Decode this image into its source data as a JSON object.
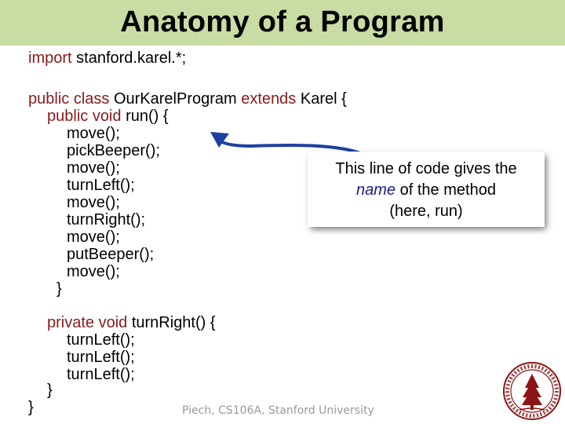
{
  "slide": {
    "title": "Anatomy of a Program",
    "footer": "Piech, CS106A, Stanford University"
  },
  "code": {
    "import_kw": "import",
    "import_rest": " stanford.karel.*;",
    "class_kw": "public class",
    "class_name": " OurKarelProgram ",
    "extends_kw": "extends",
    "class_rest": " Karel {",
    "run_kw": "public void",
    "run_rest": " run() {",
    "run_body": [
      "move();",
      "pickBeeper();",
      "move();",
      "turnLeft();",
      "move();",
      "turnRight();",
      "move();",
      "putBeeper();",
      "move();"
    ],
    "run_close": "}",
    "right_kw": "private void",
    "right_rest": " turnRight() {",
    "right_body": [
      "turnLeft();",
      "turnLeft();",
      "turnLeft();"
    ],
    "right_close": "}",
    "class_close": "}"
  },
  "callout": {
    "line1": "This line of code gives the",
    "name_word": "name",
    "line2_rest": " of the method",
    "line3": "(here, run)"
  },
  "colors": {
    "title_bar": "#c9dca4",
    "keyword": "#8b1a1a",
    "arrow": "#1f3fa0",
    "seal": "#8c1515"
  },
  "icons": {
    "seal": "stanford-seal-icon"
  }
}
